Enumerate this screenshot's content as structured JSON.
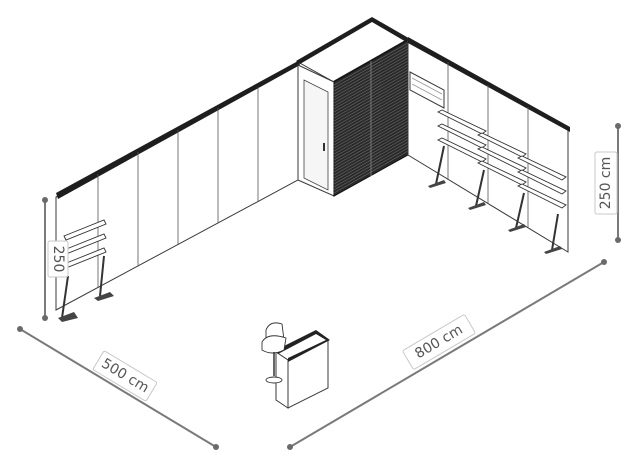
{
  "dimensions": {
    "width_label": "800 cm",
    "depth_label": "500 cm",
    "height_label_right": "250 cm",
    "height_label_left": "250"
  }
}
